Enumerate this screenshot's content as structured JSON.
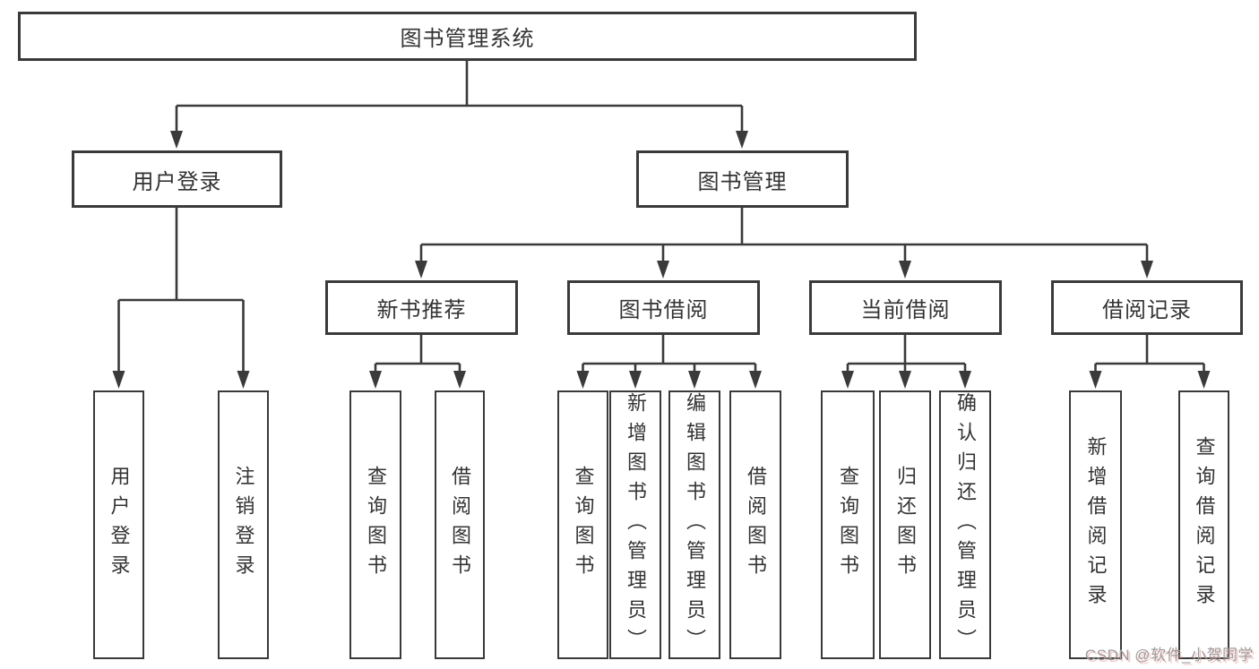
{
  "diagram": {
    "nodes": {
      "root": "图书管理系统",
      "user_login": "用户登录",
      "book_mgmt": "图书管理",
      "new_book": "新书推荐",
      "book_borrow": "图书借阅",
      "current_borrow": "当前借阅",
      "borrow_records": "借阅记录"
    },
    "leaves": [
      "用户登录",
      "注销登录",
      "查询图书",
      "借阅图书",
      "查询图书",
      "新增图书（管理员）",
      "编辑图书（管理员）",
      "借阅图书",
      "查询图书",
      "归还图书",
      "确认归还（管理员）",
      "新增借阅记录",
      "查询借阅记录"
    ],
    "watermark": "CSDN @软件_小贺同学",
    "colors": {
      "line": "#3a3a3a",
      "text": "#333333",
      "watermark": "#9c9c9c"
    }
  }
}
